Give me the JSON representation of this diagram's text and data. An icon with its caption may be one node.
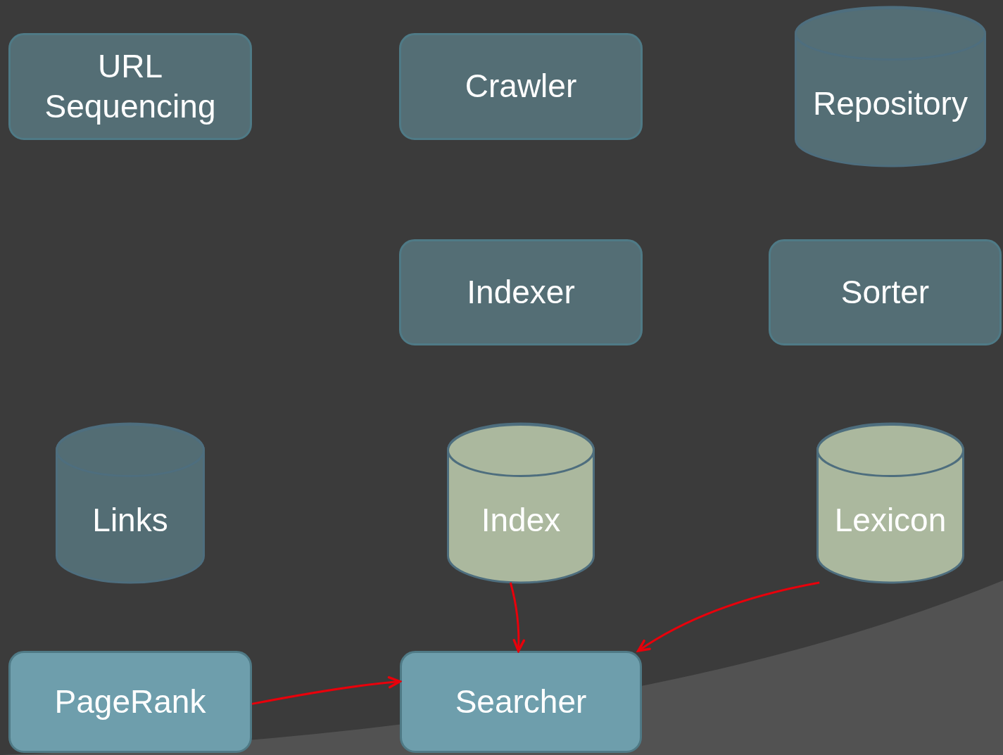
{
  "diagram": {
    "nodes": [
      {
        "text": [
          "URL Sequencing"
        ]
      },
      {
        "text": [
          "Crawler"
        ]
      },
      {
        "text": [
          "Repository"
        ]
      },
      {
        "text": [
          "Indexer"
        ]
      },
      {
        "text": [
          "Sorter"
        ]
      },
      {
        "text": [
          "Links"
        ]
      },
      {
        "text": [
          "Index"
        ]
      },
      {
        "text": [
          "Lexicon"
        ]
      },
      {
        "text": [
          "PageRank"
        ]
      },
      {
        "text": [
          "Searcher"
        ]
      }
    ],
    "edges": [
      {
        "from": 6,
        "to": 9,
        "arrow": "to"
      },
      {
        "from": 7,
        "to": 9,
        "arrow": "to"
      },
      {
        "from": 8,
        "to": 9,
        "arrow": "to"
      }
    ]
  }
}
